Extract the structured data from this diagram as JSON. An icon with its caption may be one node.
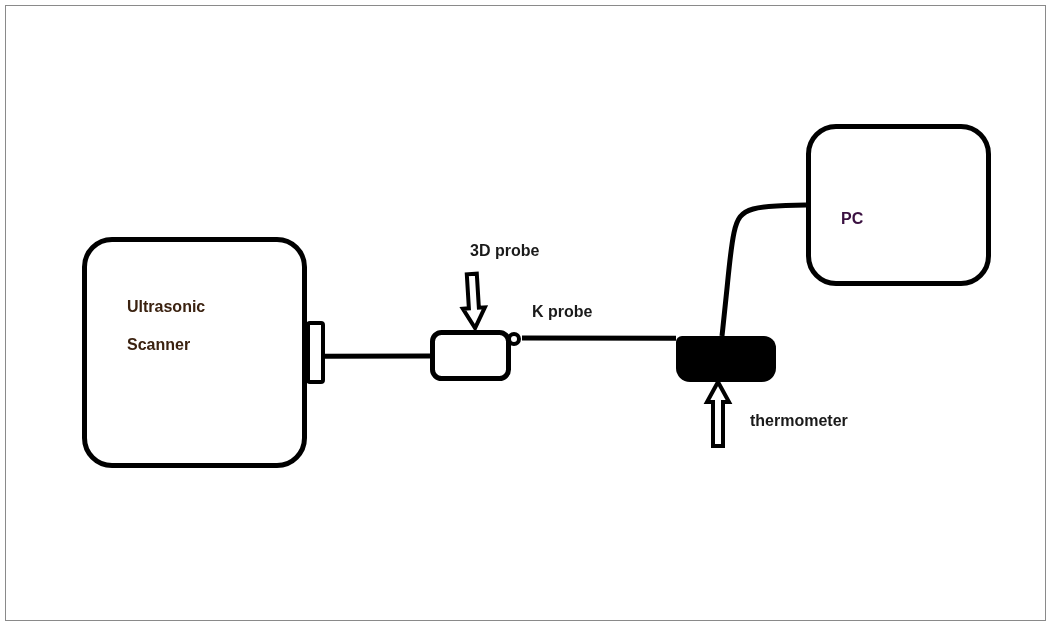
{
  "diagram": {
    "nodes": [
      {
        "text": [
          "Ultrasonic Scanner"
        ]
      },
      {
        "text": [],
        "shape": "box"
      },
      {
        "text": [
          "3D probe"
        ]
      },
      {
        "text": [],
        "shape": "box"
      },
      {
        "text": [
          "PC"
        ]
      },
      {
        "text": [],
        "shape": "box"
      },
      {
        "text": [
          "thermometer"
        ]
      }
    ],
    "edges": [
      {
        "from": 1,
        "to": 3,
        "arrow": "none"
      },
      {
        "from": 3,
        "to": 5,
        "arrow": "none",
        "label": "K probe"
      },
      {
        "from": 5,
        "to": 4,
        "arrow": "none"
      },
      {
        "from": 2,
        "to": 3,
        "arrow": "to"
      },
      {
        "from": 6,
        "to": 5,
        "arrow": "to"
      }
    ]
  }
}
